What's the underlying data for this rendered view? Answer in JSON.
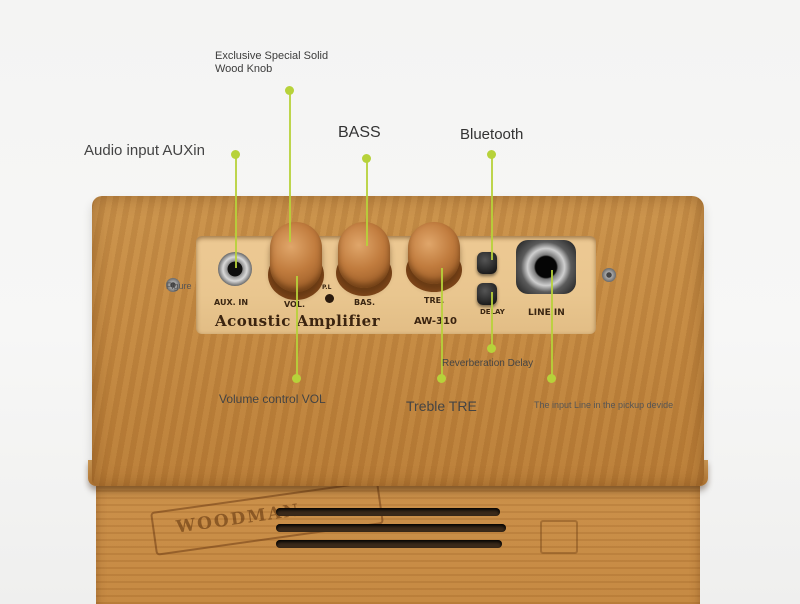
{
  "photo": {
    "description_icon": "wooden-acoustic-amplifier-photo",
    "colors": {
      "wood": "#c58a42",
      "panel": "#ebc690",
      "callout": "#b7d23a",
      "label_text": "#444444"
    }
  },
  "callouts": {
    "knob_wood": {
      "line1": "Exclusive Special Solid",
      "line2": "Wood Knob"
    },
    "aux_input": "Audio input AUXin",
    "bass": "BASS",
    "bluetooth": "Bluetooth",
    "figure": "Figure",
    "reverb_delay": "Reverberation Delay",
    "volume": "Volume control VOL",
    "treble": "Treble TRE",
    "line_in": "The input Line in the pickup devide"
  },
  "panel": {
    "aux_label": "AUX. IN",
    "vol_label": "VOL.",
    "pl_label": "P.L",
    "bas_label": "BAS.",
    "tre_label": "TRE.",
    "delay_label": "DELAY",
    "line_in_label": "LINE IN",
    "brand": "Acoustic Amplifier",
    "model": "AW-310"
  },
  "front": {
    "logo": "WOODMAN"
  }
}
